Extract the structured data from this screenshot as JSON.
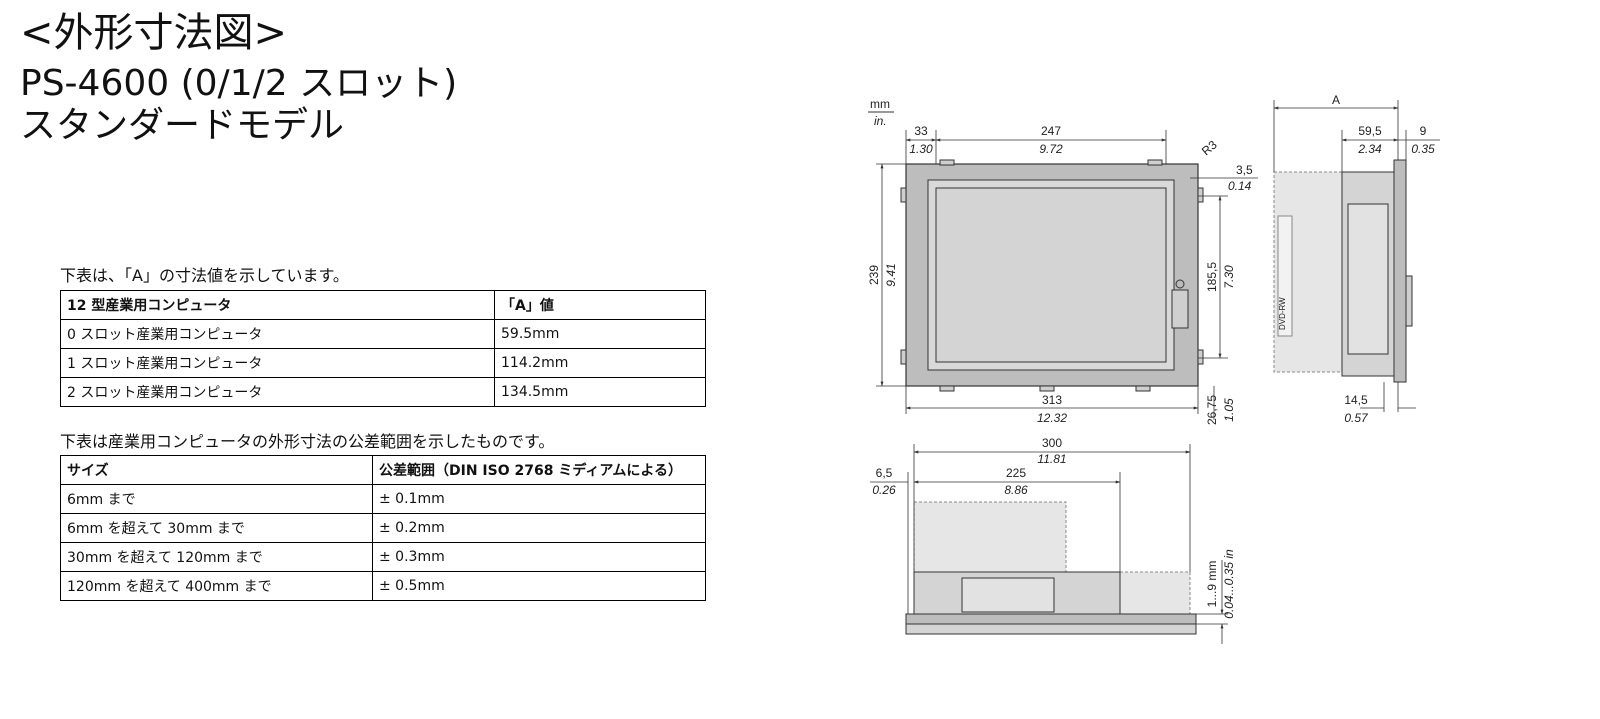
{
  "header": {
    "title": "<外形寸法図>",
    "model": "PS-4600 (0/1/2 スロット)",
    "variant": "スタンダードモデル"
  },
  "table_a": {
    "caption": "下表は、「A」の寸法値を示しています。",
    "headers": [
      "12 型産業用コンピュータ",
      "「A」値"
    ],
    "rows": [
      [
        "0 スロット産業用コンピュータ",
        "59.5mm"
      ],
      [
        "1 スロット産業用コンピュータ",
        "114.2mm"
      ],
      [
        "2 スロット産業用コンピュータ",
        "134.5mm"
      ]
    ]
  },
  "table_tol": {
    "caption": "下表は産業用コンピュータの外形寸法の公差範囲を示したものです。",
    "headers": [
      "サイズ",
      "公差範囲（DIN ISO 2768 ミディアムによる）"
    ],
    "rows": [
      [
        "6mm まで",
        "± 0.1mm"
      ],
      [
        "6mm を超えて 30mm まで",
        "± 0.2mm"
      ],
      [
        "30mm を超えて 120mm まで",
        "± 0.3mm"
      ],
      [
        "120mm を超えて 400mm まで",
        "± 0.5mm"
      ]
    ]
  },
  "drawing": {
    "units": {
      "mm": "mm",
      "in": "in."
    },
    "front": {
      "d33": "33",
      "d33_in": "1.30",
      "d247": "247",
      "d247_in": "9.72",
      "r3": "R3",
      "d35": "3,5",
      "d35_in": "0.14",
      "d239": "239",
      "d239_in": "9.41",
      "d1855": "185,5",
      "d1855_in": "7.30",
      "d313": "313",
      "d313_in": "12.32",
      "d2675": "26,75",
      "d2675_in": "1.05"
    },
    "side": {
      "a": "A",
      "d595": "59,5",
      "d595_in": "2.34",
      "d9": "9",
      "d9_in": "0.35",
      "d145": "14,5",
      "d145_in": "0.57",
      "dvd": "DVD-RW"
    },
    "bottom": {
      "d300": "300",
      "d300_in": "11.81",
      "d65": "6,5",
      "d65_in": "0.26",
      "d225": "225",
      "d225_in": "8.86",
      "d19": "1...9 mm",
      "d19_in": "0.04...0.35 in"
    },
    "colors": {
      "panel": "#d4d4d4",
      "frame": "#bdbdbd",
      "line": "#333333",
      "ghost": "#e6e6e6"
    }
  }
}
